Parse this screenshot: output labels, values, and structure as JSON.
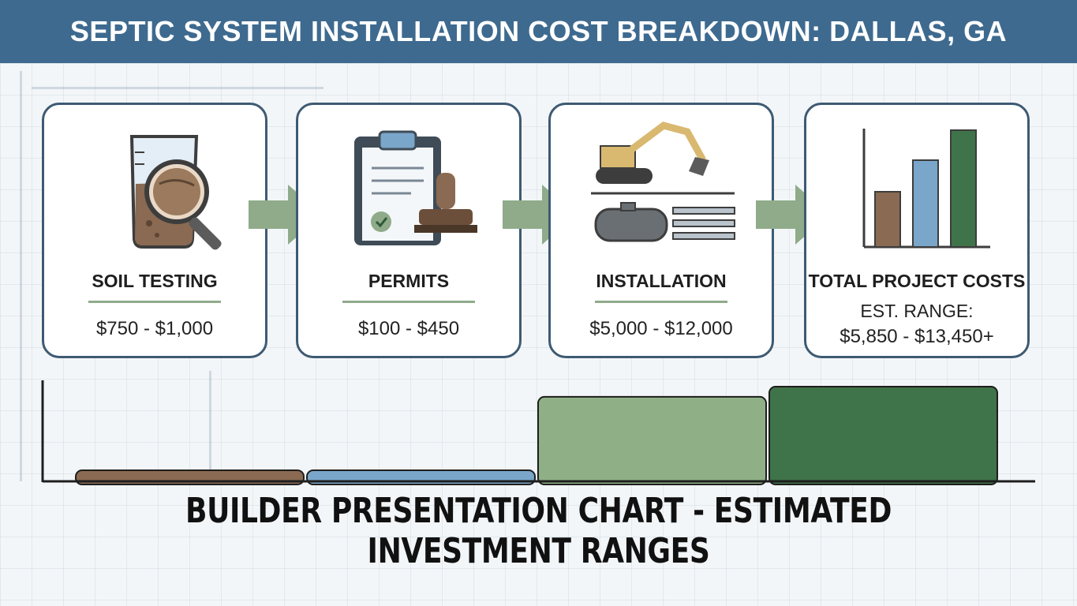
{
  "header": {
    "title": "SEPTIC SYSTEM INSTALLATION COST BREAKDOWN: DALLAS, GA"
  },
  "stages": [
    {
      "title": "SOIL TESTING",
      "cost": "$750 - $1,000",
      "icon": "soil-sample-magnifier-icon"
    },
    {
      "title": "PERMITS",
      "cost": "$100 - $450",
      "icon": "permit-clipboard-stamp-icon"
    },
    {
      "title": "INSTALLATION",
      "cost": "$5,000 - $12,000",
      "icon": "excavator-septic-tank-icon"
    }
  ],
  "total": {
    "title": "TOTAL PROJECT COSTS",
    "range_label": "EST. RANGE:",
    "range_value": "$5,850 - $13,450+",
    "icon": "bar-chart-icon"
  },
  "footer": {
    "title": "BUILDER PRESENTATION CHART - ESTIMATED INVESTMENT RANGES"
  },
  "colors": {
    "header_bg": "#3e6a8f",
    "soil": "#8a6a52",
    "permits": "#7aa6c9",
    "installation": "#8fb087",
    "total": "#3f7349",
    "arrow": "#8fab8a",
    "card_border": "#3e5a73"
  },
  "chart_data": {
    "type": "bar",
    "categories": [
      "Soil Testing",
      "Permits",
      "Installation",
      "Total Project Costs"
    ],
    "values": [
      1000,
      450,
      12000,
      13450
    ],
    "ranges": [
      [
        750,
        1000
      ],
      [
        100,
        450
      ],
      [
        5000,
        12000
      ],
      [
        5850,
        13450
      ]
    ],
    "title": "",
    "xlabel": "",
    "ylabel": "",
    "grid": false,
    "legend": "none"
  }
}
